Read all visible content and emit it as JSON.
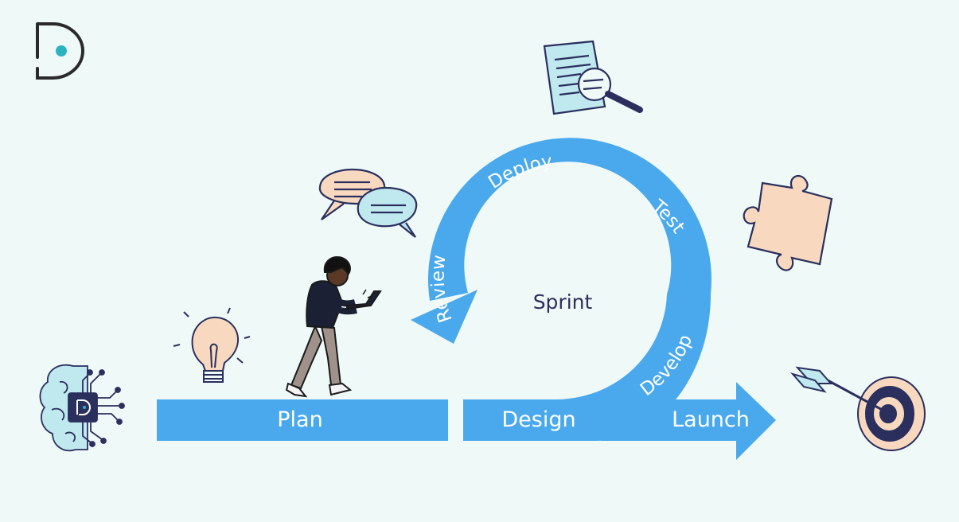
{
  "diagram": {
    "center_label": "Sprint",
    "stages": {
      "plan": "Plan",
      "design": "Design",
      "launch": "Launch",
      "develop": "Develop",
      "test": "Test",
      "deploy": "Deploy",
      "review": "Review"
    }
  },
  "colors": {
    "background": "#eef9f8",
    "arrow_blue": "#4aa9ec",
    "ink": "#2a2a2a",
    "navy": "#2b2f5e",
    "peach": "#f8d9c0",
    "accent_teal": "#2bb3c0"
  },
  "icons": [
    "logo-icon",
    "brain-chip-icon",
    "lightbulb-icon",
    "person-with-laptop-icon",
    "chat-bubbles-icon",
    "document-magnifier-icon",
    "puzzle-piece-icon",
    "arrow-target-icon"
  ]
}
